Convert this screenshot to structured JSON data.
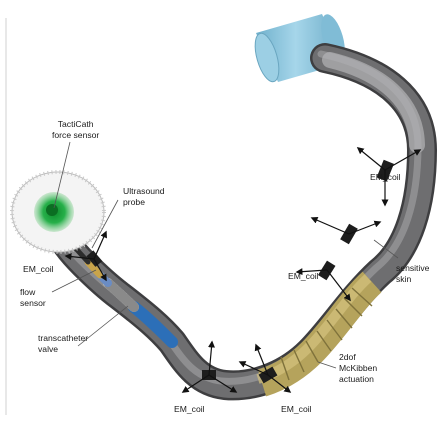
{
  "labels": {
    "tacticath": [
      "TactiCath",
      "force sensor"
    ],
    "ultrasound": [
      "Ultrasound",
      "probe"
    ],
    "flow": [
      "flow",
      "sensor"
    ],
    "valve": [
      "transcatheter",
      "valve"
    ],
    "mckibben": [
      "2dof",
      "McKibben",
      "actuation"
    ],
    "skin": [
      "sensitive",
      "skin"
    ],
    "em_coil": "EM_coil"
  },
  "colors": {
    "tube": "#6e6e70",
    "tube_dark": "#3e3e40",
    "tube_light": "#a9a9ab",
    "connector": "#8ec6dc",
    "sensor_green": "#21a540",
    "mckibben": "#c2b06a",
    "coil": "#1d1d1d",
    "arrow": "#111111"
  }
}
